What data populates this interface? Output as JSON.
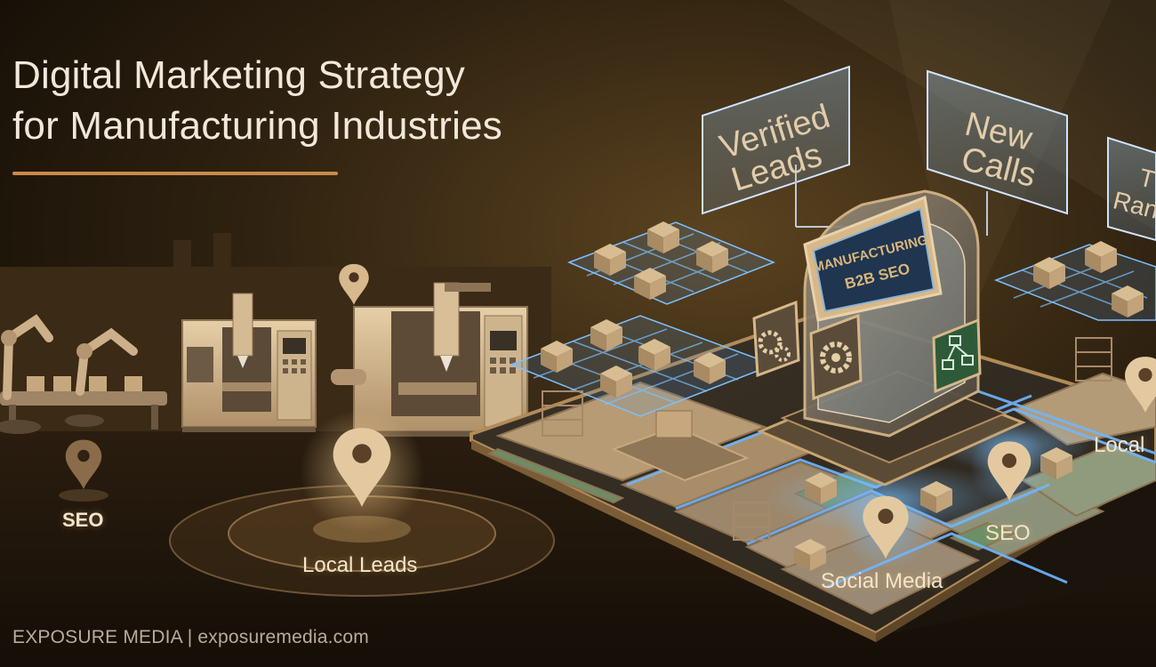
{
  "title": {
    "line1": "Digital Marketing Strategy",
    "line2": "for Manufacturing Industries"
  },
  "footer": "EXPOSURE MEDIA | exposuremedia.com",
  "labels": {
    "seo_left": "SEO",
    "local_leads": "Local Leads",
    "social_media": "Social Media",
    "seo_right": "SEO",
    "local_right": "Local"
  },
  "panels": {
    "verified": [
      "Verified",
      "Leads"
    ],
    "new_calls": [
      "New",
      "Calls"
    ],
    "third": [
      "T",
      "Ran"
    ]
  },
  "kiosk_screen": [
    "MANUFACTURING",
    "B2B SEO"
  ],
  "colors": {
    "background": "#1d140a",
    "gold": "#d7b889",
    "accent_orange": "#c98a4b",
    "neon_blue": "#6fb6ff"
  },
  "icons": [
    "location-pin-icon",
    "gears-icon",
    "gear-cycle-icon",
    "network-nodes-icon"
  ]
}
